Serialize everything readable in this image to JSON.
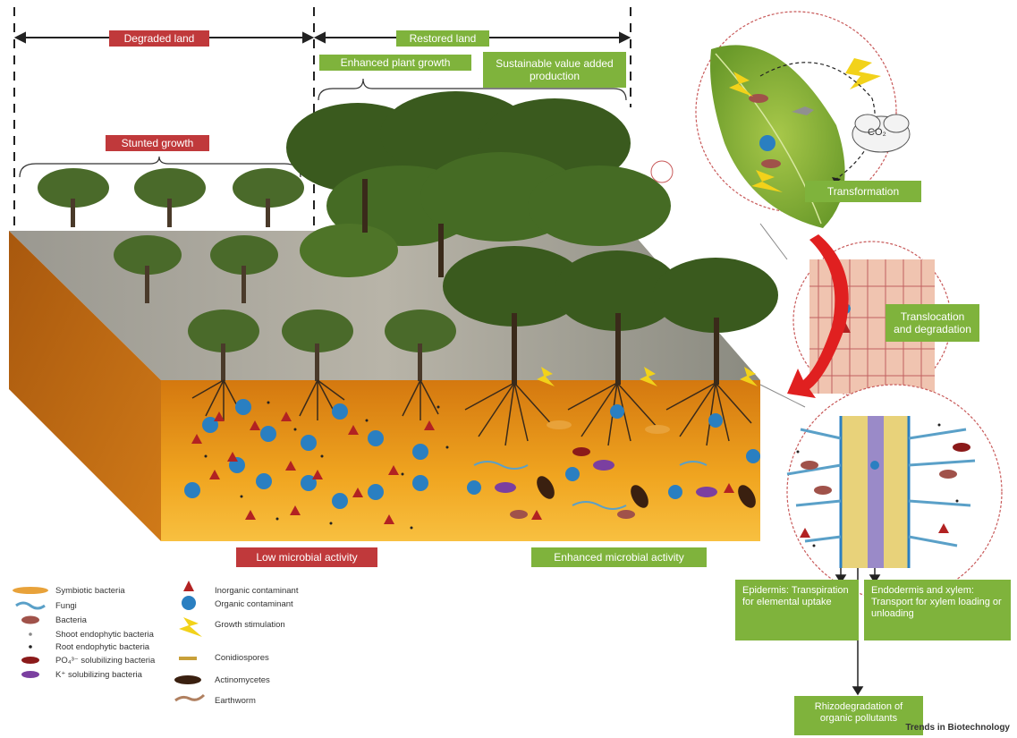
{
  "top_title": "g",
  "labels": {
    "degraded_land": "Degraded land",
    "restored_land": "Restored land",
    "enhanced_growth": "Enhanced plant growth",
    "sustainable": "Sustainable value added production",
    "stunted_growth": "Stunted growth",
    "low_activity": "Low microbial activity",
    "enhanced_activity": "Enhanced microbial activity",
    "transformation": "Transformation",
    "translocation": "Translocation and degradation",
    "co2": "CO₂",
    "epidermis": "Epidermis: Transpiration for elemental uptake",
    "endodermis": "Endodermis and xylem: Transport for xylem loading or unloading",
    "rhizodegradation": "Rhizodegradation of organic pollutants",
    "credit": "Trends in Biotechnology"
  },
  "legend": [
    {
      "label": "Symbiotic bacteria",
      "icon": "symbiotic-bacteria-icon",
      "color": "#e8a23a"
    },
    {
      "label": "Fungi",
      "icon": "fungi-icon",
      "color": "#5aa0c8"
    },
    {
      "label": "Bacteria",
      "icon": "bacteria-icon",
      "color": "#a0524a"
    },
    {
      "label": "Shoot endophytic bacteria",
      "icon": "shoot-endophyte-icon",
      "color": "#888888"
    },
    {
      "label": "Root endophytic bacteria",
      "icon": "root-endophyte-icon",
      "color": "#222222"
    },
    {
      "label": "PO₄³⁻ solubilizing bacteria",
      "icon": "po4-bacteria-icon",
      "color": "#8b1a1a"
    },
    {
      "label": "K⁺ solubilizing bacteria",
      "icon": "k-bacteria-icon",
      "color": "#7b3fa0"
    },
    {
      "label": "Inorganic contaminant",
      "icon": "inorganic-contaminant-icon",
      "color": "#b22222"
    },
    {
      "label": "Organic contaminant",
      "icon": "organic-contaminant-icon",
      "color": "#2a7fc1"
    },
    {
      "label": "Growth stimulation",
      "icon": "growth-stimulation-icon",
      "color": "#f2d21a"
    },
    {
      "label": "Conidiospores",
      "icon": "conidiospores-icon",
      "color": "#c8a03a"
    },
    {
      "label": "Actinomycetes",
      "icon": "actinomycetes-icon",
      "color": "#3a2010"
    },
    {
      "label": "Earthworm",
      "icon": "earthworm-icon",
      "color": "#b08060"
    }
  ]
}
